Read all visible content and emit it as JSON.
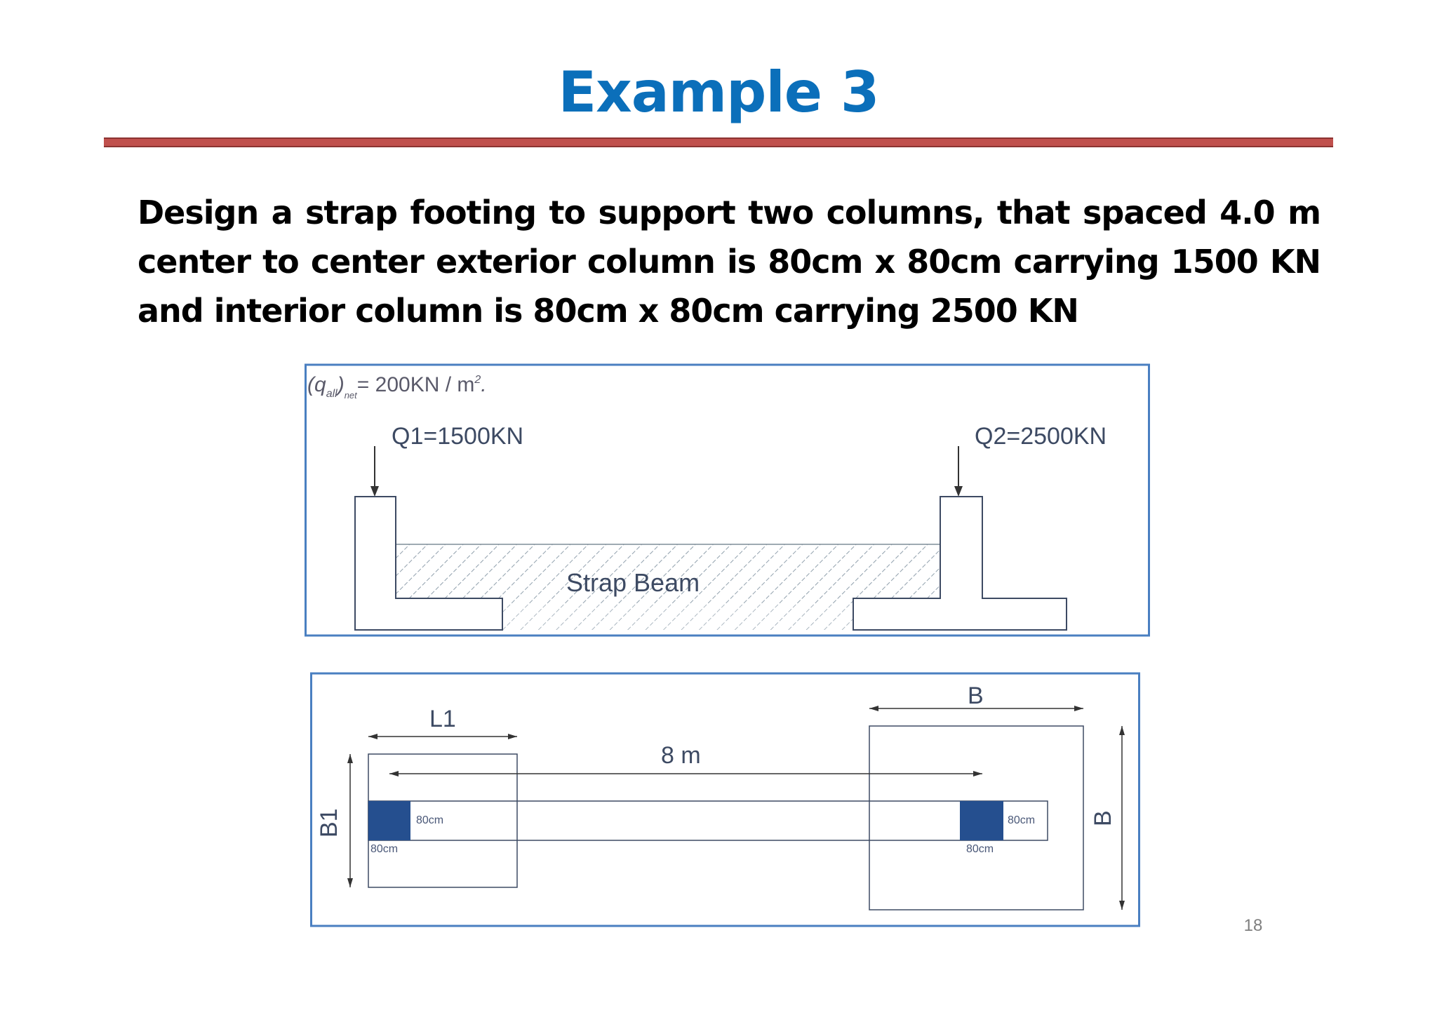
{
  "slide": {
    "title": "Example 3",
    "problem_statement": "Design a strap footing to support two columns, that spaced 4.0 m center to center exterior column is 80cm x 80cm carrying 1500 KN and interior column is 80cm x 80cm carrying 2500 KN",
    "page_number": "18"
  },
  "elevation": {
    "q_symbol": "(q",
    "q_sub_all": "all",
    "q_close": ")",
    "q_sub_net": "net",
    "q_value": "= 200KN / m",
    "q_sup": "2",
    "q_end": ".",
    "load_left": "Q1=1500KN",
    "load_right": "Q2=2500KN",
    "beam_label": "Strap Beam"
  },
  "plan": {
    "dim_L1": "L1",
    "dim_B_top": "B",
    "dim_span": "8 m",
    "dim_B1": "B1",
    "dim_B_side": "B",
    "col_left_h": "80cm",
    "col_left_w": "80cm",
    "col_right_h": "80cm",
    "col_right_w": "80cm"
  },
  "colors": {
    "title": "#0b6fba",
    "rule": "#c0504d",
    "frame": "#4a7fc1",
    "column_fill": "#254f8f",
    "label_text": "#3d4a63"
  }
}
